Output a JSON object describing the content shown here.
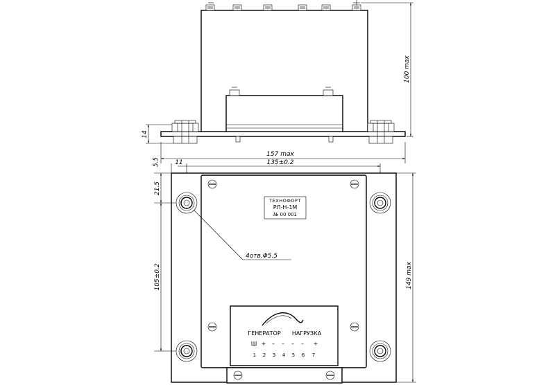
{
  "dimensions": {
    "overall_height": "100 max",
    "base_thickness": "14",
    "overall_width": "157 max",
    "hole_spacing_x": "135±0.2",
    "offset_x": "11",
    "offset_y_top": "5.5",
    "offset_y_hole": "21.5",
    "hole_spacing_y": "105±0.2",
    "overall_depth": "149 max",
    "holes_callout": "4отв.Φ5.5"
  },
  "nameplate": {
    "brand": "ТЕХНОФОРТ",
    "model": "РЛ-Н-1М",
    "serial": "№  00 001"
  },
  "terminal_panel": {
    "label_left": "ГЕНЕРАТОР",
    "label_right": "НАГРУЗКА",
    "polarity": [
      "Ш",
      "+",
      "–",
      "–",
      "–",
      "–",
      "+",
      "+"
    ],
    "numbers": [
      "1",
      "2",
      "3",
      "4",
      "5",
      "6",
      "7"
    ]
  }
}
